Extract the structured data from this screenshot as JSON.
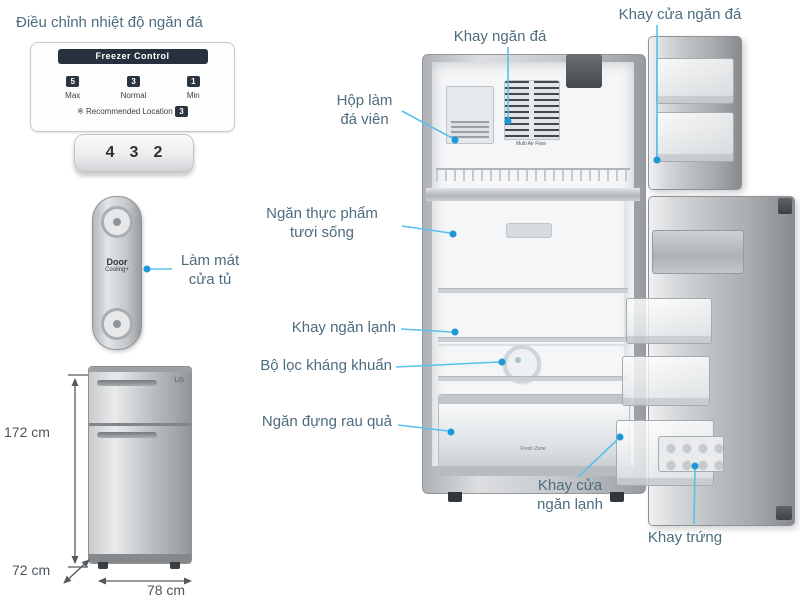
{
  "colors": {
    "callout_text": "#4d6c7e",
    "leader_line": "#58c0ee",
    "leader_dot": "#1c98d6",
    "dimension": "#53585d",
    "panel_header_bg": "#27313d",
    "fridge_silver": "#b9bdc0"
  },
  "labels": {
    "freezer_temp": "Điều chỉnh nhiệt độ ngăn đá",
    "freezer_tray": "Khay ngăn đá",
    "freezer_door_tray": "Khay cửa ngăn đá",
    "ice_box_1": "Hộp làm",
    "ice_box_2": "đá viên",
    "fresh_food_1": "Ngăn thực phẩm",
    "fresh_food_2": "tươi sống",
    "door_cooling_1": "Làm mát",
    "door_cooling_2": "cửa tủ",
    "chill_tray": "Khay ngăn lạnh",
    "filter": "Bộ lọc kháng khuẩn",
    "veg_drawer": "Ngăn đựng rau quả",
    "chill_door_tray_1": "Khay cửa",
    "chill_door_tray_2": "ngăn lạnh",
    "egg_tray": "Khay trứng"
  },
  "dimensions": {
    "height": "172 cm",
    "depth": "72 cm",
    "width": "78 cm"
  },
  "control_panel": {
    "title": "Freezer Control",
    "levels": [
      {
        "num": "5",
        "label": "Max"
      },
      {
        "num": "3",
        "label": "Normal"
      },
      {
        "num": "1",
        "label": "Min"
      }
    ],
    "recommended_label": "※ Recommended Location",
    "recommended_value": "3",
    "dial": [
      "4",
      "3",
      "2"
    ]
  },
  "door_cooling_badge": {
    "line1": "Door",
    "line2": "Cooling+"
  },
  "fridge": {
    "brand": "LG",
    "vent_label": "Multi Air Flow",
    "drawer_label": "Fresh Zone"
  }
}
